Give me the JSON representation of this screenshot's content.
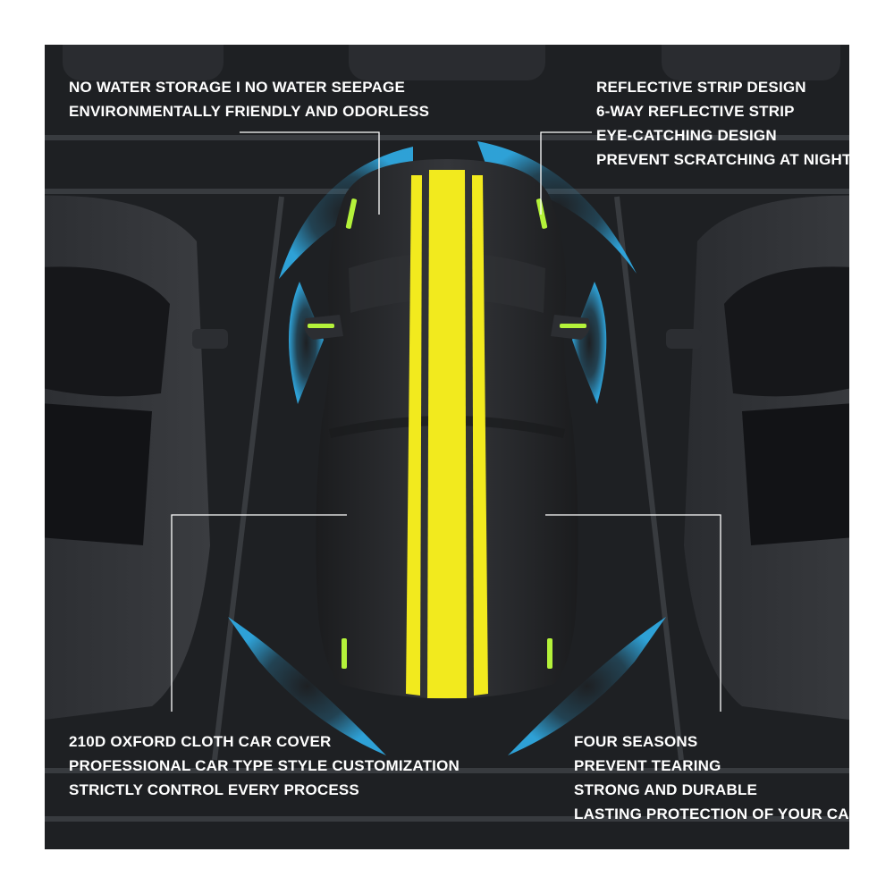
{
  "features": {
    "top_left": [
      "NO WATER STORAGE I NO WATER SEEPAGE",
      "ENVIRONMENTALLY FRIENDLY AND ODORLESS"
    ],
    "top_right": [
      "REFLECTIVE STRIP DESIGN",
      "6-WAY REFLECTIVE STRIP",
      "EYE-CATCHING DESIGN",
      "PREVENT SCRATCHING AT NIGHT"
    ],
    "bottom_left": [
      "210D OXFORD CLOTH CAR COVER",
      "PROFESSIONAL CAR TYPE STYLE CUSTOMIZATION",
      "STRICTLY CONTROL EVERY PROCESS"
    ],
    "bottom_right": [
      "FOUR SEASONS",
      "PREVENT TEARING",
      "STRONG AND DURABLE",
      "LASTING PROTECTION OF YOUR CAR"
    ]
  },
  "colors": {
    "background": "#1e2023",
    "cover": "#27292c",
    "stripe": "#f2ea1e",
    "reflective": "#b4f23a",
    "sensor_arc": "#2fa8e0",
    "text": "#ffffff"
  },
  "icons": [
    "car-cover-illustration",
    "sensor-arc-icon",
    "reflective-strip-icon",
    "callout-line"
  ]
}
